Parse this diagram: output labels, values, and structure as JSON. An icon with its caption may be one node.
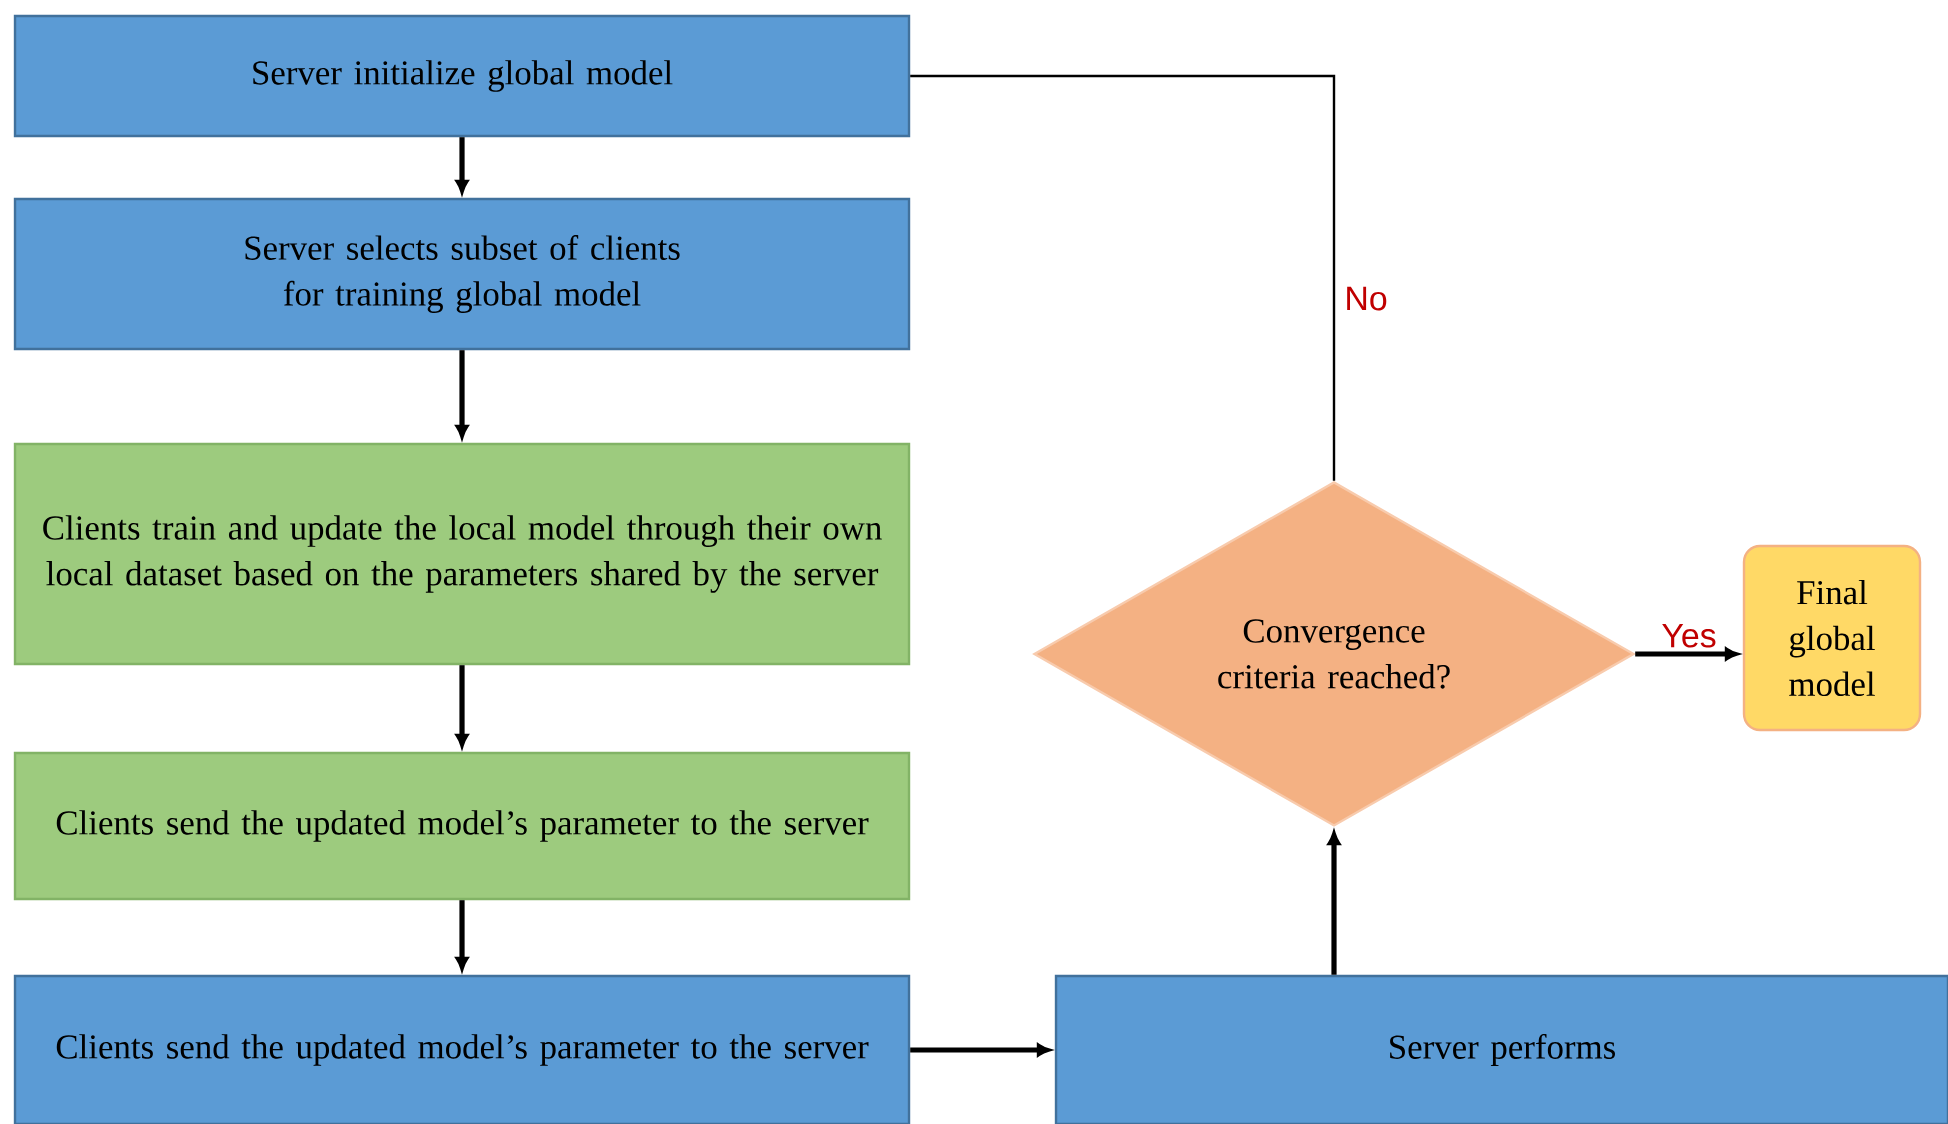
{
  "diagram": {
    "nodes": [
      {
        "text": [
          "Server initialize global model"
        ]
      },
      {
        "text": [
          "Server selects subset of clients for training global model"
        ]
      },
      {
        "text": [
          "Clients train and update the local model through their own local dataset based on the parameters shared by the server"
        ]
      },
      {
        "text": [
          "Clients send the updated model’s parameter to the server"
        ]
      },
      {
        "text": [
          "Clients send the updated model’s parameter to the server"
        ]
      },
      {
        "text": [
          "Server performs"
        ]
      },
      {
        "text": [
          "Convergence criteria reached?"
        ]
      },
      {
        "text": [
          "Final global model"
        ]
      }
    ],
    "edges": [
      {
        "from": 0,
        "to": 1,
        "arrow": "to"
      },
      {
        "from": 1,
        "to": 2,
        "arrow": "to"
      },
      {
        "from": 2,
        "to": 3,
        "arrow": "to"
      },
      {
        "from": 3,
        "to": 4,
        "arrow": "to"
      },
      {
        "from": 4,
        "to": 5,
        "arrow": "to"
      },
      {
        "from": 5,
        "to": 6,
        "arrow": "to"
      },
      {
        "from": 6,
        "to": 0,
        "arrow": "none",
        "label": "No"
      },
      {
        "from": 6,
        "to": 7,
        "arrow": "to",
        "label": "Yes"
      }
    ]
  }
}
